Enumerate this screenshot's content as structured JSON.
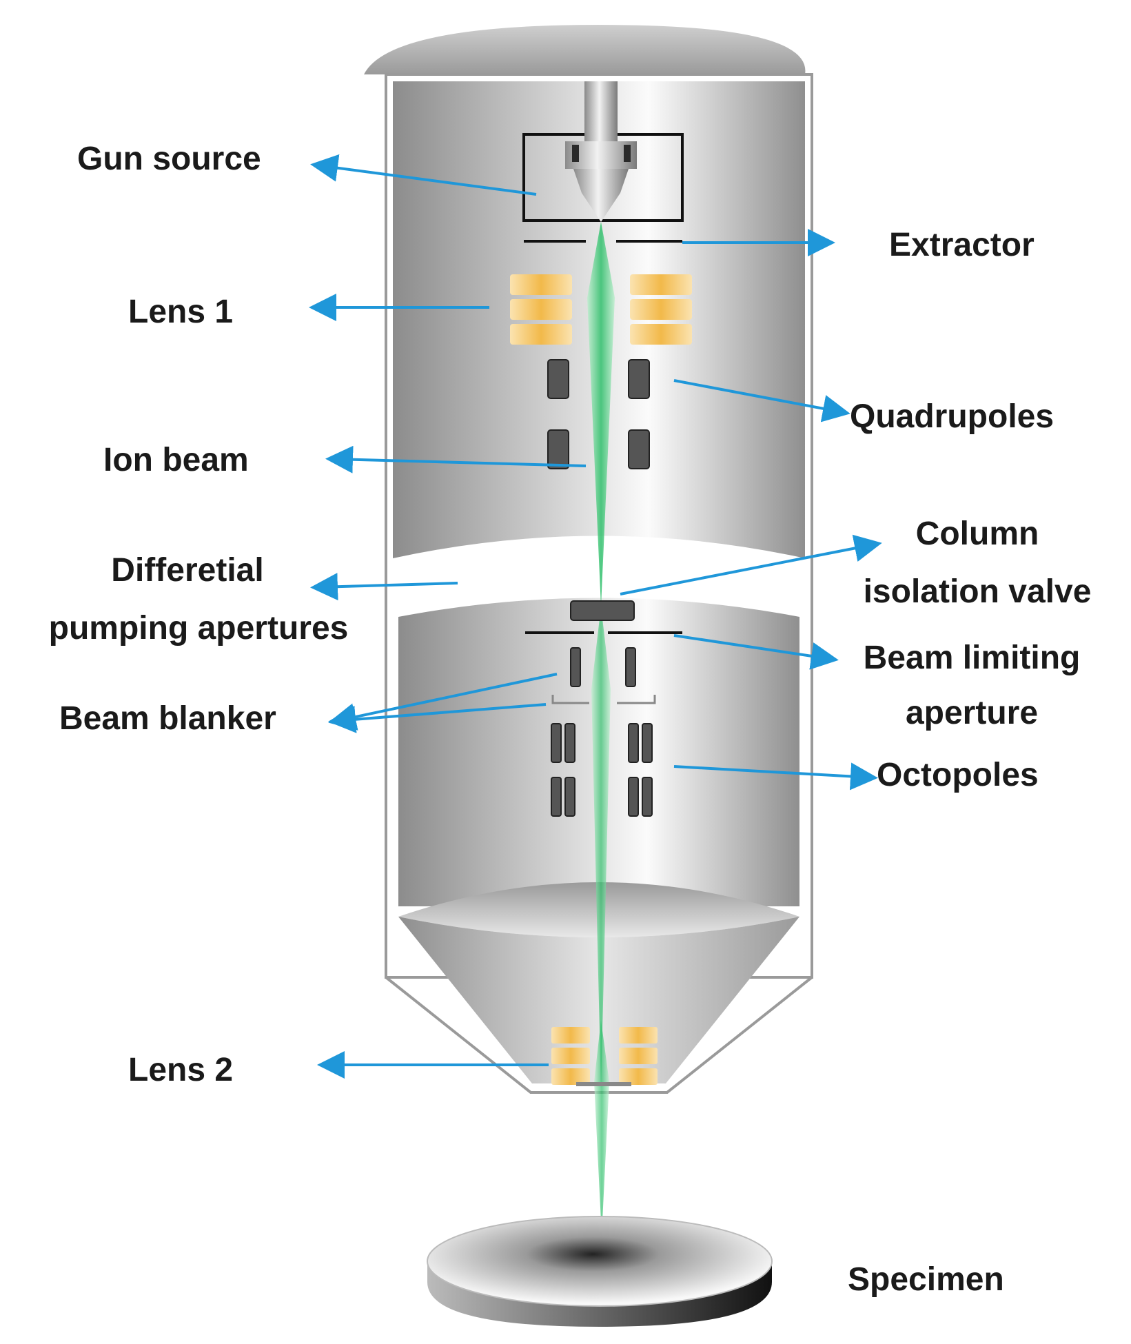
{
  "labels": {
    "gun_source": "Gun source",
    "extractor": "Extractor",
    "lens1": "Lens 1",
    "quadrupoles": "Quadrupoles",
    "ion_beam": "Ion beam",
    "column_isolation_valve_1": "Column",
    "column_isolation_valve_2": "isolation valve",
    "differential_pumping_1": "Differetial",
    "differential_pumping_2": "pumping apertures",
    "beam_limiting_1": "Beam limiting",
    "beam_limiting_2": "aperture",
    "beam_blanker": "Beam blanker",
    "octopoles": "Octopoles",
    "lens2": "Lens 2",
    "specimen": "Specimen"
  },
  "colors": {
    "arrow": "#1f97d9",
    "beam": "#3fc27a",
    "coil": "#f5c25c",
    "pole": "#555555",
    "column_dark": "#8a8a8a",
    "column_light": "#f6f6f6"
  }
}
